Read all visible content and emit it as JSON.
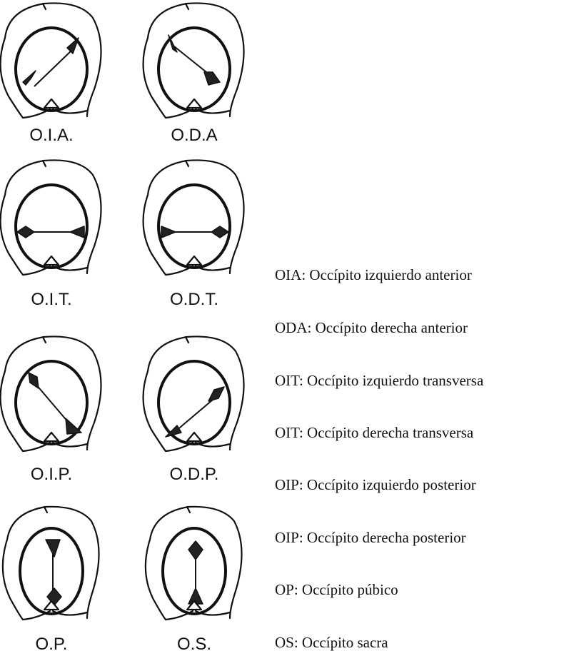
{
  "diagrams": [
    {
      "label": "O.I.A."
    },
    {
      "label": "O.D.A"
    },
    {
      "label": "O.I.T."
    },
    {
      "label": "O.D.T."
    },
    {
      "label": "O.I.P."
    },
    {
      "label": "O.D.P."
    },
    {
      "label": "O.P."
    },
    {
      "label": "O.S."
    }
  ],
  "legend": [
    "OIA: Occípito izquierdo anterior",
    "ODA: Occípito derecha anterior",
    "OIT: Occípito izquierdo transversa",
    "OIT: Occípito derecha transversa",
    "OIP: Occípito izquierdo posterior",
    "OIP: Occípito derecha posterior",
    "OP: Occípito púbico",
    "OS: Occípito sacra"
  ],
  "colors": {
    "line": "#111111",
    "fill": "#222222",
    "background": "#ffffff"
  }
}
